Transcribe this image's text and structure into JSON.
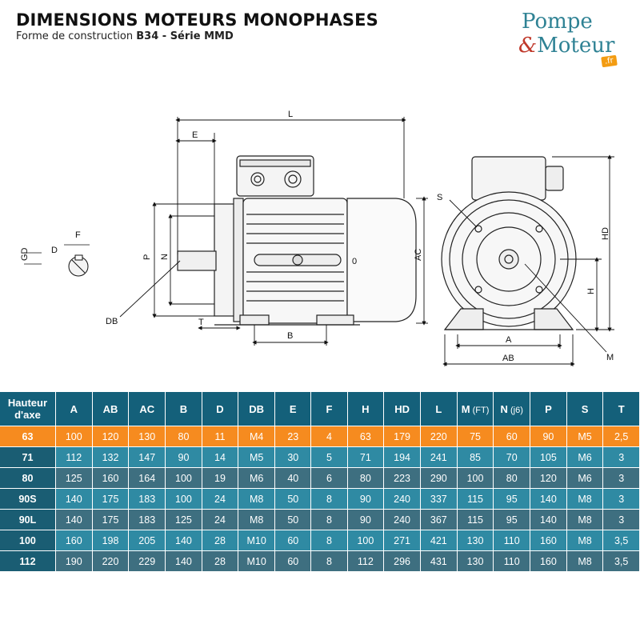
{
  "header": {
    "title": "DIMENSIONS MOTEURS MONOPHASES",
    "subtitle_prefix": "Forme de construction ",
    "subtitle_bold": "B34 - Série MMD"
  },
  "logo": {
    "line1": "Pompe",
    "amp": "&",
    "line2": "Moteur",
    "tld": ".fr"
  },
  "drawing_labels": {
    "L": "L",
    "E": "E",
    "F": "F",
    "D": "D",
    "GD": "GD",
    "P": "P",
    "N": "N",
    "AC": "AC",
    "DB": "DB",
    "T": "T",
    "B": "B",
    "S": "S",
    "HD": "HD",
    "H": "H",
    "A": "A",
    "AB": "AB",
    "M": "M",
    "O": "0"
  },
  "table": {
    "columns": [
      {
        "label": "Hauteur\nd'axe",
        "sub": ""
      },
      {
        "label": "A",
        "sub": ""
      },
      {
        "label": "AB",
        "sub": ""
      },
      {
        "label": "AC",
        "sub": ""
      },
      {
        "label": "B",
        "sub": ""
      },
      {
        "label": "D",
        "sub": ""
      },
      {
        "label": "DB",
        "sub": ""
      },
      {
        "label": "E",
        "sub": ""
      },
      {
        "label": "F",
        "sub": ""
      },
      {
        "label": "H",
        "sub": ""
      },
      {
        "label": "HD",
        "sub": ""
      },
      {
        "label": "L",
        "sub": ""
      },
      {
        "label": "M",
        "sub": "(FT)"
      },
      {
        "label": "N",
        "sub": "(j6)"
      },
      {
        "label": "P",
        "sub": ""
      },
      {
        "label": "S",
        "sub": ""
      },
      {
        "label": "T",
        "sub": ""
      }
    ],
    "rows": [
      {
        "highlight": true,
        "cells": [
          "63",
          "100",
          "120",
          "130",
          "80",
          "11",
          "M4",
          "23",
          "4",
          "63",
          "179",
          "220",
          "75",
          "60",
          "90",
          "M5",
          "2,5"
        ]
      },
      {
        "highlight": false,
        "cells": [
          "71",
          "112",
          "132",
          "147",
          "90",
          "14",
          "M5",
          "30",
          "5",
          "71",
          "194",
          "241",
          "85",
          "70",
          "105",
          "M6",
          "3"
        ]
      },
      {
        "highlight": false,
        "cells": [
          "80",
          "125",
          "160",
          "164",
          "100",
          "19",
          "M6",
          "40",
          "6",
          "80",
          "223",
          "290",
          "100",
          "80",
          "120",
          "M6",
          "3"
        ]
      },
      {
        "highlight": false,
        "cells": [
          "90S",
          "140",
          "175",
          "183",
          "100",
          "24",
          "M8",
          "50",
          "8",
          "90",
          "240",
          "337",
          "115",
          "95",
          "140",
          "M8",
          "3"
        ]
      },
      {
        "highlight": false,
        "cells": [
          "90L",
          "140",
          "175",
          "183",
          "125",
          "24",
          "M8",
          "50",
          "8",
          "90",
          "240",
          "367",
          "115",
          "95",
          "140",
          "M8",
          "3"
        ]
      },
      {
        "highlight": false,
        "cells": [
          "100",
          "160",
          "198",
          "205",
          "140",
          "28",
          "M10",
          "60",
          "8",
          "100",
          "271",
          "421",
          "130",
          "110",
          "160",
          "M8",
          "3,5"
        ]
      },
      {
        "highlight": false,
        "cells": [
          "112",
          "190",
          "220",
          "229",
          "140",
          "28",
          "M10",
          "60",
          "8",
          "112",
          "296",
          "431",
          "130",
          "110",
          "160",
          "M8",
          "3,5"
        ]
      }
    ]
  }
}
